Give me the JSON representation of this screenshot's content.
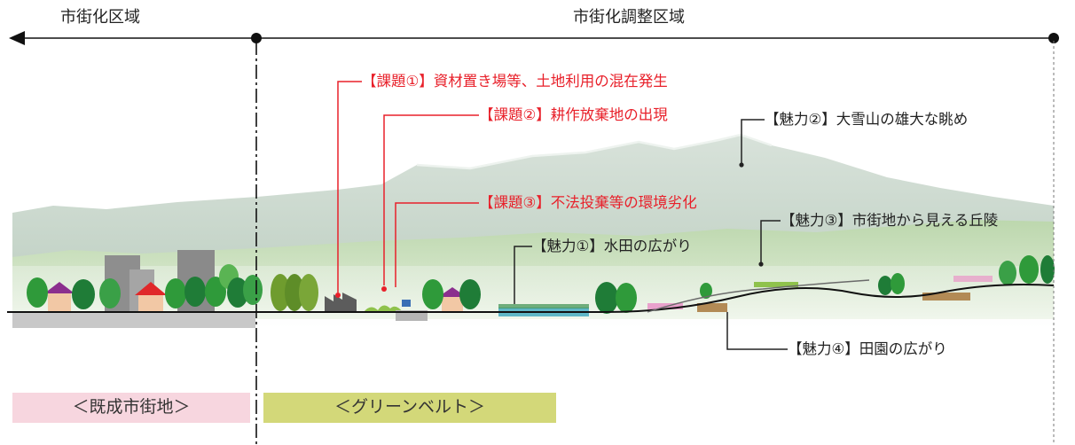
{
  "zones": {
    "urbanization_area": "市街化区域",
    "urbanization_control_area": "市街化調整区域"
  },
  "issues": [
    {
      "text": "【課題①】資材置き場等、土地利用の混在発生"
    },
    {
      "text": "【課題②】耕作放棄地の出現"
    },
    {
      "text": "【課題③】不法投棄等の環境劣化"
    }
  ],
  "appeals": [
    {
      "text": "【魅力①】水田の広がり"
    },
    {
      "text": "【魅力②】大雪山の雄大な眺め"
    },
    {
      "text": "【魅力③】市街地から見える丘陵"
    },
    {
      "text": "【魅力④】田園の広がり"
    }
  ],
  "bands": {
    "existing_urban_area": "＜既成市街地＞",
    "green_belt": "＜グリーンベルト＞"
  },
  "colors": {
    "issue_text": "#e8202a",
    "appeal_text": "#222222",
    "existing_band": "#f7d6df",
    "greenbelt_band": "#d3d879",
    "mountain": "#c9d6cc",
    "hills": "#a9c99a",
    "tree": "#2e9a3e"
  }
}
